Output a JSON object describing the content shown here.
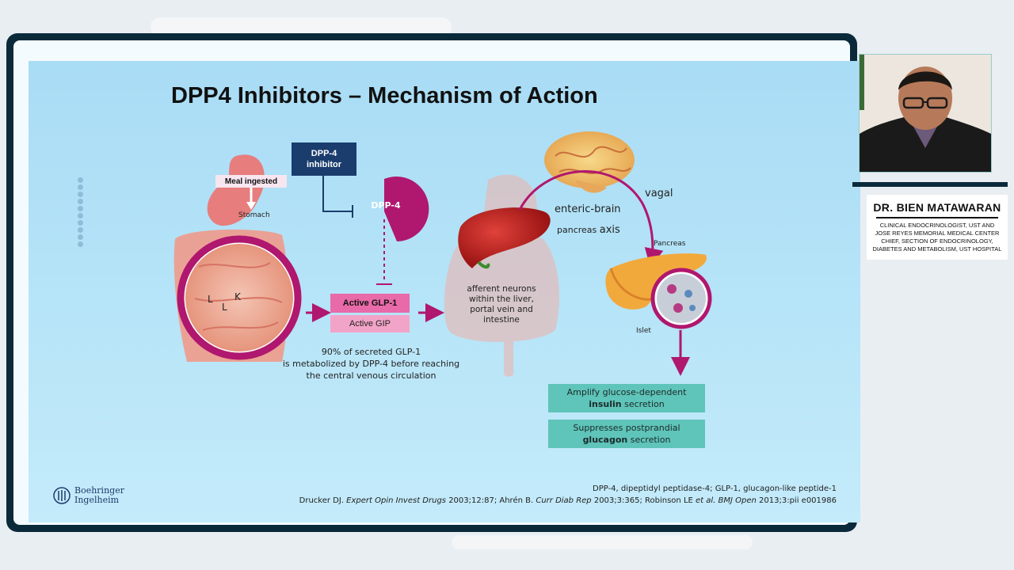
{
  "slide": {
    "title": "DPP4 Inhibitors – Mechanism of Action",
    "labels": {
      "meal": "Meal ingested",
      "stomach": "Stomach",
      "inhibitor_line1": "DPP-4",
      "inhibitor_line2": "inhibitor",
      "dpp4": "DPP-4",
      "active_glp1": "Active GLP-1",
      "active_gip": "Active GIP",
      "cell_L1": "L",
      "cell_L2": "L",
      "cell_K": "K",
      "caption_1": "90% of secreted GLP-1",
      "caption_2": "is metabolized by DPP-4 before reaching",
      "caption_3": "the central venous circulation",
      "neurons_1": "afferent neurons",
      "neurons_2": "within the liver,",
      "neurons_3": "portal vein and",
      "neurons_4": "intestine",
      "enteric": "enteric-brain",
      "pancreas_axis_1": "pancreas",
      "pancreas_axis_2": "axis",
      "vagal": "vagal",
      "pancreas": "Pancreas",
      "islet": "Islet"
    },
    "effects": [
      {
        "line1": "Amplify glucose-dependent",
        "bold": "insulin",
        "rest": " secretion"
      },
      {
        "line1": "Suppresses postprandial",
        "bold": "glucagon",
        "rest": " secretion"
      }
    ],
    "footer": {
      "abbrev": "DPP-4, dipeptidyl peptidase-4; GLP-1, glucagon-like peptide-1",
      "ref_a": "Drucker DJ. ",
      "ref_a_journal": "Expert Opin Invest Drugs",
      "ref_a_rest": " 2003;12:87;  Ahrén B. ",
      "ref_b_journal": "Curr Diab Rep",
      "ref_b_rest": " 2003;3:365;  Robinson LE ",
      "ref_c_etal": "et al. BMJ Open",
      "ref_c_rest": " 2013;3:pii e001986"
    },
    "logo_line1": "Boehringer",
    "logo_line2": "Ingelheim"
  },
  "speaker": {
    "name": "DR. BIEN MATAWARAN",
    "title_1": "CLINICAL ENDOCRINOLOGIST, UST AND",
    "title_2": "JOSE REYES MEMORIAL MEDICAL CENTER",
    "title_3": "CHIEF, SECTION OF ENDOCRINOLOGY,",
    "title_4": "DIABETES AND METABOLISM, UST HOSPITAL"
  },
  "colors": {
    "frame": "#0a2a3a",
    "magenta": "#b0176e",
    "glp_box": "#e86aa8",
    "gip_box": "#f2a4c8",
    "inhibitor_box": "#1a3d6d",
    "effect_box": "#5fc4b9"
  }
}
